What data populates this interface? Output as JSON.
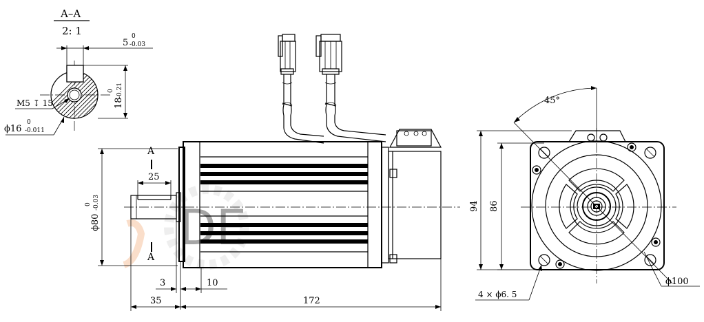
{
  "section": {
    "title": "A–A",
    "scale": "2: 1"
  },
  "dims": {
    "key_width": "5",
    "key_width_tol_upper": "0",
    "key_width_tol_lower": "-0.03",
    "key_depth": "18",
    "key_depth_tol_upper": "0",
    "key_depth_tol_lower": "-0.21",
    "thread": "M5",
    "thread_depth": "15",
    "shaft_dia": "ϕ16",
    "shaft_dia_tol_upper": "0",
    "shaft_dia_tol_lower": "-0.011",
    "section_marker": "A",
    "shaft_len": "25",
    "pilot_dia": "ϕ80",
    "pilot_dia_tol_upper": "0",
    "pilot_dia_tol_lower": "-0.03",
    "pilot_len": "3",
    "flange_thk": "10",
    "shaft_total": "35",
    "body_len": "172",
    "angle": "45°",
    "flange_size": "94",
    "hole_spacing": "86",
    "pcd": "ϕ100",
    "holes": "4 × ϕ6. 5"
  },
  "colors": {
    "line": "#000000",
    "background": "#ffffff",
    "watermark": "#f2a36b"
  }
}
